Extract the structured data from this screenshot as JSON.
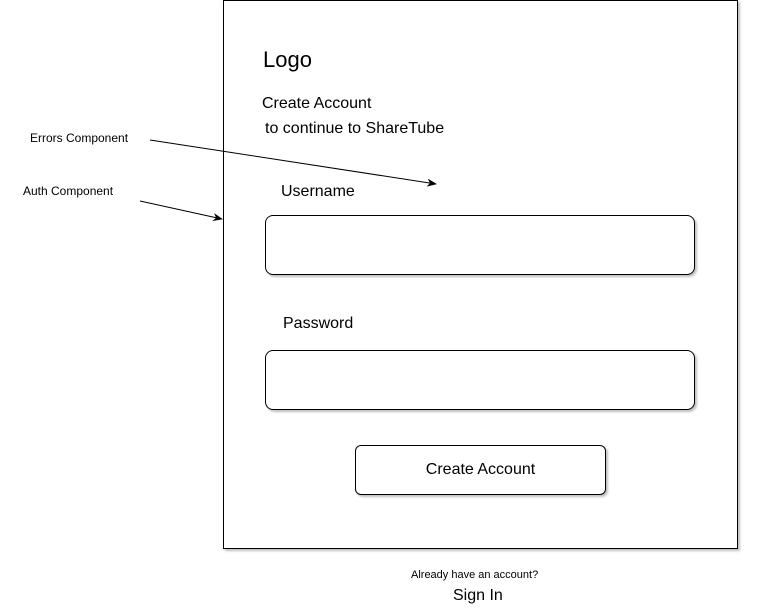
{
  "annotations": {
    "errors_label": "Errors Component",
    "auth_label": "Auth Component"
  },
  "form": {
    "logo": "Logo",
    "heading": "Create Account",
    "subheading": "to continue to ShareTube",
    "username_label": "Username",
    "password_label": "Password",
    "submit_label": "Create Account"
  },
  "footer": {
    "prompt": "Already have an account?",
    "signin_label": "Sign In"
  }
}
